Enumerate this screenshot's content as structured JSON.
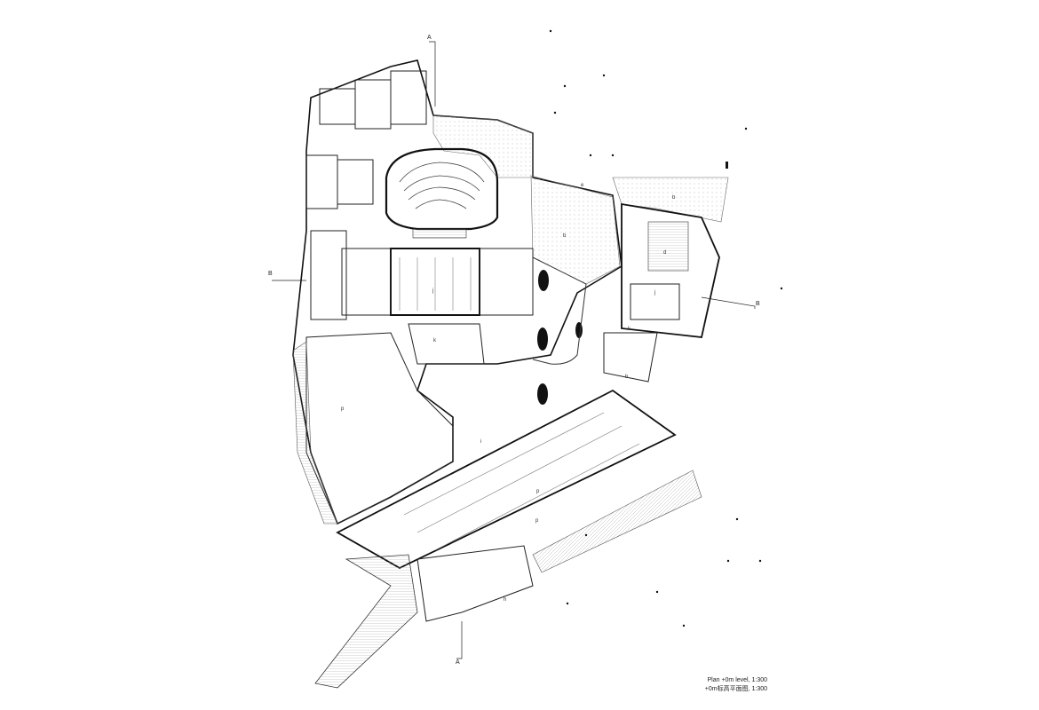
{
  "caption": {
    "line1": "Plan +0m level, 1:300",
    "line2": "+0m标高平面图, 1:300"
  },
  "section_markers": {
    "a_top": "A",
    "a_bottom": "A",
    "b_left": "B",
    "b_right": "B"
  },
  "room_labels": {
    "main_stage": "j",
    "left_lobby": "k",
    "right_stage": "j",
    "right_hall": "d",
    "right_lobby": "k",
    "foyer": "b",
    "foyer_top": "b",
    "entry_e": "e",
    "side_b": "b",
    "parking_left": "p",
    "parking_main": "p",
    "parking_lower": "p",
    "plaza": "i",
    "service": "h"
  }
}
